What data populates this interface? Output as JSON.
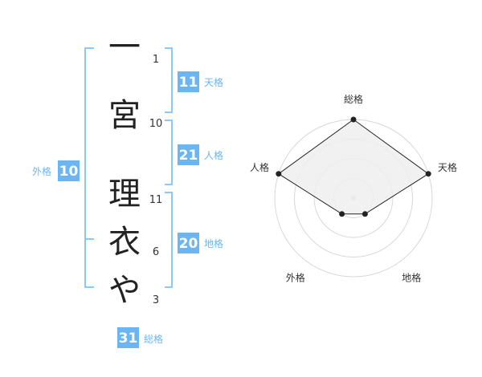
{
  "name": {
    "characters": [
      {
        "char": "一",
        "strokes": "1"
      },
      {
        "char": "宮",
        "strokes": "10"
      },
      {
        "char": "理",
        "strokes": "11"
      },
      {
        "char": "衣",
        "strokes": "6"
      },
      {
        "char": "や",
        "strokes": "3"
      }
    ]
  },
  "fortune": {
    "tenkaku": {
      "value": "11",
      "label": "天格"
    },
    "jinkaku": {
      "value": "21",
      "label": "人格"
    },
    "chikaku": {
      "value": "20",
      "label": "地格"
    },
    "gaikaku": {
      "value": "10",
      "label": "外格"
    },
    "soukaku": {
      "value": "31",
      "label": "総格"
    }
  },
  "radar": {
    "axes": [
      {
        "label": "総格",
        "level": 4
      },
      {
        "label": "天格",
        "level": 4
      },
      {
        "label": "地格",
        "level": 1
      },
      {
        "label": "外格",
        "level": 1
      },
      {
        "label": "人格",
        "level": 4
      }
    ],
    "max_level": 4
  },
  "colors": {
    "accent": "#6bb6f2",
    "bracket": "#8cc8f5",
    "grid": "#d8d8d8",
    "fill": "#efefef",
    "line": "#222222"
  }
}
